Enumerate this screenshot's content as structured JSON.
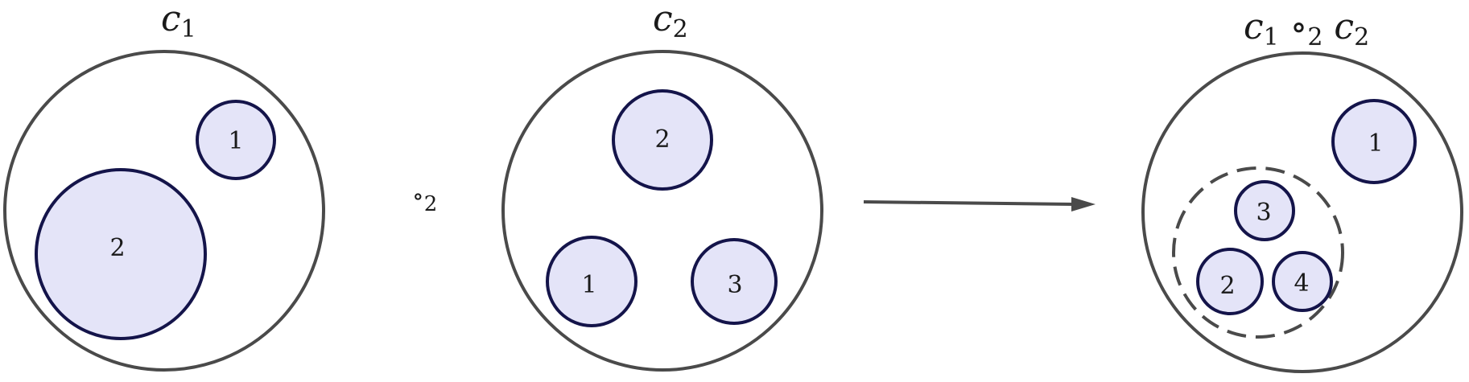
{
  "diagram": {
    "c1": {
      "title": "c",
      "title_sub": "1",
      "circles": [
        {
          "label": "1"
        },
        {
          "label": "2"
        }
      ]
    },
    "operator": {
      "symbol": "∘",
      "sub": "2"
    },
    "c2": {
      "title": "c",
      "title_sub": "2",
      "circles": [
        {
          "label": "2"
        },
        {
          "label": "1"
        },
        {
          "label": "3"
        }
      ]
    },
    "result": {
      "title_left": "c",
      "title_left_sub": "1",
      "title_op": "∘",
      "title_op_sub": "2",
      "title_right": "c",
      "title_right_sub": "2",
      "circles": [
        {
          "label": "1"
        },
        {
          "label": "3"
        },
        {
          "label": "2"
        },
        {
          "label": "4"
        }
      ]
    },
    "colors": {
      "outer_stroke": "#4a4a4a",
      "inner_fill": "#e4e4f8",
      "inner_stroke": "#14144a"
    }
  }
}
